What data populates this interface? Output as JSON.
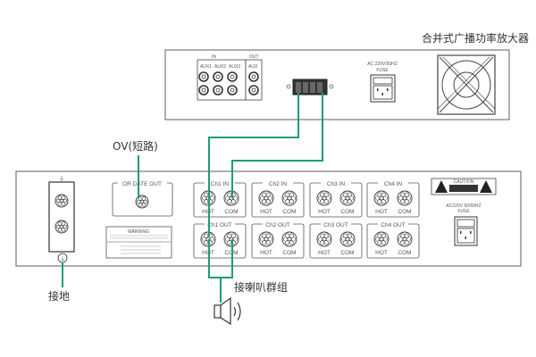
{
  "title": "合并式广播功率放大器",
  "top_unit": {
    "in_label": "IN",
    "out_label": "OUT",
    "aux_labels": [
      "AUX1",
      "AUX2",
      "AUX3"
    ],
    "aux_out_label": "AUX",
    "power_label": "AC 220V/50HZ",
    "fuse_label": "FUSE"
  },
  "bottom_unit": {
    "or_date_out": "OR DATE OUT",
    "warning_title": "WARNING",
    "caution_label": "CAUTION",
    "power_label": "AC220V 50/60HZ",
    "fuse_label": "FUSE",
    "channels_in": [
      {
        "label": "Ch1 IN",
        "hot": "HOT",
        "com": "COM"
      },
      {
        "label": "Ch2 IN",
        "hot": "HOT",
        "com": "COM"
      },
      {
        "label": "Ch3 IN",
        "hot": "HOT",
        "com": "COM"
      },
      {
        "label": "Ch4 IN",
        "hot": "HOT",
        "com": "COM"
      }
    ],
    "channels_out": [
      {
        "label": "Ch1 OUT",
        "hot": "HOT",
        "com": "COM"
      },
      {
        "label": "Ch2 OUT",
        "hot": "HOT",
        "com": "COM"
      },
      {
        "label": "Ch3 OUT",
        "hot": "HOT",
        "com": "COM"
      },
      {
        "label": "Ch4 OUT",
        "hot": "HOT",
        "com": "COM"
      }
    ]
  },
  "annotations": {
    "ov_short": "OV(短路)",
    "ground": "接地",
    "speaker_group": "接喇叭群组"
  },
  "colors": {
    "wire": "#1aa068",
    "outline": "#666666"
  }
}
